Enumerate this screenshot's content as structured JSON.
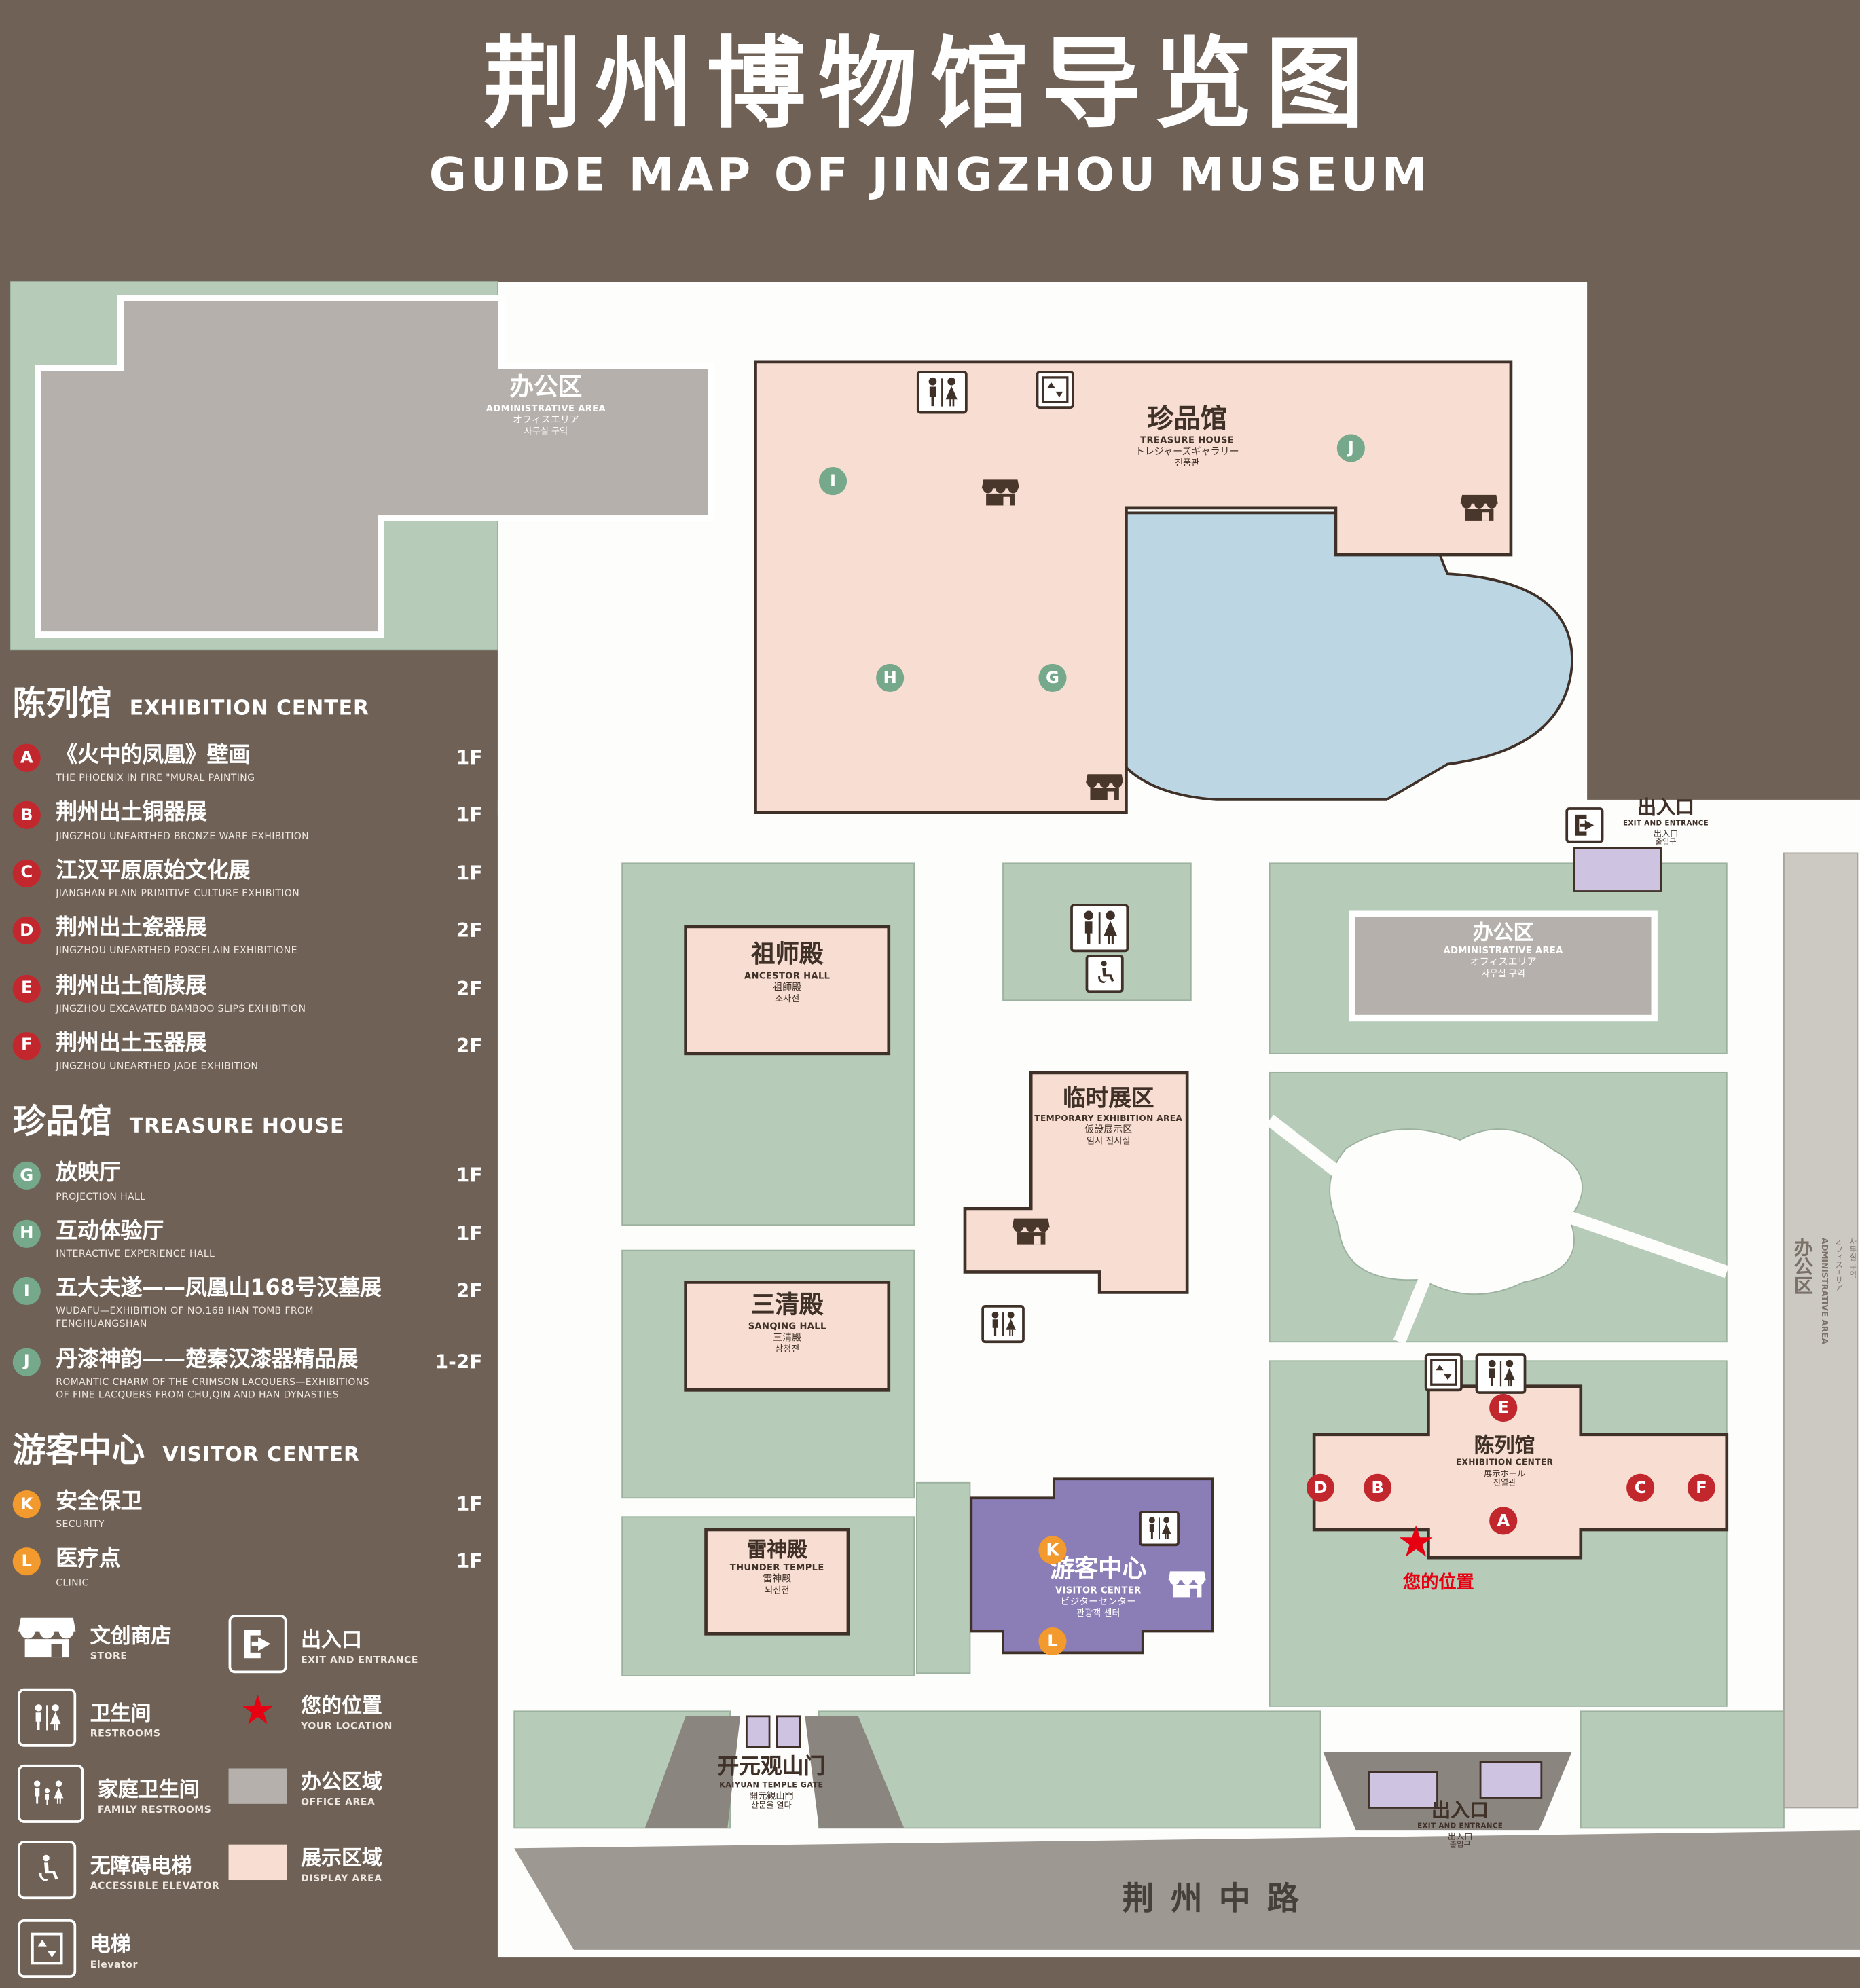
{
  "title": {
    "zh": "荆州博物馆导览图",
    "en": "GUIDE MAP OF JINGZHOU MUSEUM"
  },
  "legend": {
    "sections": [
      {
        "zh": "陈列馆",
        "en": "EXHIBITION CENTER",
        "items": [
          {
            "key": "A",
            "zh": "《火中的凤凰》壁画",
            "en": "THE PHOENIX IN FIRE \"MURAL PAINTING",
            "floor": "1F"
          },
          {
            "key": "B",
            "zh": "荆州出土铜器展",
            "en": "JINGZHOU UNEARTHED BRONZE WARE EXHIBITION",
            "floor": "1F"
          },
          {
            "key": "C",
            "zh": "江汉平原原始文化展",
            "en": "JIANGHAN PLAIN PRIMITIVE CULTURE EXHIBITION",
            "floor": "1F"
          },
          {
            "key": "D",
            "zh": "荆州出土瓷器展",
            "en": "JINGZHOU UNEARTHED PORCELAIN EXHIBITIONE",
            "floor": "2F"
          },
          {
            "key": "E",
            "zh": "荆州出土简牍展",
            "en": "JINGZHOU EXCAVATED BAMBOO SLIPS EXHIBITION",
            "floor": "2F"
          },
          {
            "key": "F",
            "zh": "荆州出土玉器展",
            "en": "JINGZHOU UNEARTHED JADE EXHIBITION",
            "floor": "2F"
          }
        ]
      },
      {
        "zh": "珍品馆",
        "en": "TREASURE HOUSE",
        "items": [
          {
            "key": "G",
            "zh": "放映厅",
            "en": "PROJECTION HALL",
            "floor": "1F"
          },
          {
            "key": "H",
            "zh": "互动体验厅",
            "en": "INTERACTIVE EXPERIENCE HALL",
            "floor": "1F"
          },
          {
            "key": "I",
            "zh": "五大夫遂——凤凰山168号汉墓展",
            "en": "WUDAFU—EXHIBITION OF NO.168 HAN TOMB FROM FENGHUANGSHAN",
            "floor": "2F"
          },
          {
            "key": "J",
            "zh": "丹漆神韵——楚秦汉漆器精品展",
            "en": "ROMANTIC CHARM OF THE CRIMSON LACQUERS—EXHIBITIONS OF FINE LACQUERS FROM CHU,QIN AND HAN DYNASTIES",
            "floor": "1-2F"
          }
        ]
      },
      {
        "zh": "游客中心",
        "en": "VISITOR CENTER",
        "items": [
          {
            "key": "K",
            "zh": "安全保卫",
            "en": "SECURITY",
            "floor": "1F"
          },
          {
            "key": "L",
            "zh": "医疗点",
            "en": "CLINIC",
            "floor": "1F"
          }
        ]
      }
    ],
    "icons": [
      {
        "name": "store-icon",
        "zh": "文创商店",
        "en": "STORE"
      },
      {
        "name": "exit-icon",
        "zh": "出入口",
        "en": "EXIT AND ENTRANCE"
      },
      {
        "name": "restroom-icon",
        "zh": "卫生间",
        "en": "RESTROOMS"
      },
      {
        "name": "your-location-icon",
        "zh": "您的位置",
        "en": "YOUR LOCATION"
      },
      {
        "name": "family-restroom-icon",
        "zh": "家庭卫生间",
        "en": "FAMILY RESTROOMS"
      },
      {
        "name": "office-area-swatch",
        "zh": "办公区域",
        "en": "OFFICE AREA"
      },
      {
        "name": "accessible-elevator-icon",
        "zh": "无障碍电梯",
        "en": "ACCESSIBLE ELEVATOR"
      },
      {
        "name": "display-area-swatch",
        "zh": "展示区域",
        "en": "DISPLAY AREA"
      },
      {
        "name": "elevator-icon",
        "zh": "电梯",
        "en": "Elevator"
      }
    ]
  },
  "map": {
    "admin_tl": {
      "zh": "办公区",
      "en": "ADMINISTRATIVE AREA",
      "ja": "オフィスエリア",
      "ko": "사무실 구역"
    },
    "treasure": {
      "zh": "珍品馆",
      "en": "TREASURE HOUSE",
      "ja": "トレジャーズギャラリー",
      "ko": "진품관"
    },
    "ancestor": {
      "zh": "祖师殿",
      "en": "ANCESTOR HALL",
      "ja": "祖師殿",
      "ko": "조사전"
    },
    "sanqing": {
      "zh": "三清殿",
      "en": "SANQING HALL",
      "ja": "三清殿",
      "ko": "삼청전"
    },
    "thunder": {
      "zh": "雷神殿",
      "en": "THUNDER TEMPLE",
      "ja": "雷神殿",
      "ko": "뇌신전"
    },
    "temporary": {
      "zh": "临时展区",
      "en": "TEMPORARY EXHIBITION AREA",
      "ja": "仮設展示区",
      "ko": "임시 전시실"
    },
    "admin_r": {
      "zh": "办公区",
      "en": "ADMINISTRATIVE AREA",
      "ja": "オフィスエリア",
      "ko": "사무실 구역"
    },
    "admin_strip": {
      "zh": "办公区",
      "en": "ADMINISTRATIVE AREA",
      "ja": "オフィスエリア",
      "ko": "사무실 구역"
    },
    "exhibition": {
      "zh": "陈列馆",
      "en": "EXHIBITION CENTER",
      "ja": "展示ホール",
      "ko": "진열관"
    },
    "visitor": {
      "zh": "游客中心",
      "en": "VISITOR CENTER",
      "ja": "ビジターセンター",
      "ko": "관광객 센터"
    },
    "exit_tr": {
      "zh": "出入口",
      "en": "EXIT AND ENTRANCE",
      "ja": "出入口",
      "ko": "출입구"
    },
    "exit_b": {
      "zh": "出入口",
      "en": "EXIT AND ENTRANCE",
      "ja": "出入口",
      "ko": "출입구"
    },
    "gate": {
      "zh": "开元观山门",
      "en": "KAIYUAN TEMPLE GATE",
      "ja": "開元観山門",
      "ko": "산문을 열다"
    },
    "road": {
      "zh": "荆州中路"
    },
    "your_location": {
      "zh": "您的位置"
    },
    "markers": {
      "a": "A",
      "b": "B",
      "c": "C",
      "d": "D",
      "e": "E",
      "f": "F",
      "g": "G",
      "h": "H",
      "i": "I",
      "j": "J",
      "k": "K",
      "l": "L"
    }
  },
  "glyphs": {
    "star": "★"
  },
  "colors": {
    "background": "#6f6156",
    "map_white": "#fdfdfb",
    "grounds_green": "#b7cbb9",
    "display_pink": "#f8ded2",
    "office_gray": "#b5b0ab",
    "visitor_purple": "#8b7db6",
    "pond_blue": "#bcd6e4",
    "marker_red": "#c1272d",
    "marker_green": "#76a98c",
    "marker_orange": "#f29a2e",
    "location_red": "#e60012",
    "exit_purple": "#cfc3e2",
    "road_gray": "#9d9892"
  }
}
